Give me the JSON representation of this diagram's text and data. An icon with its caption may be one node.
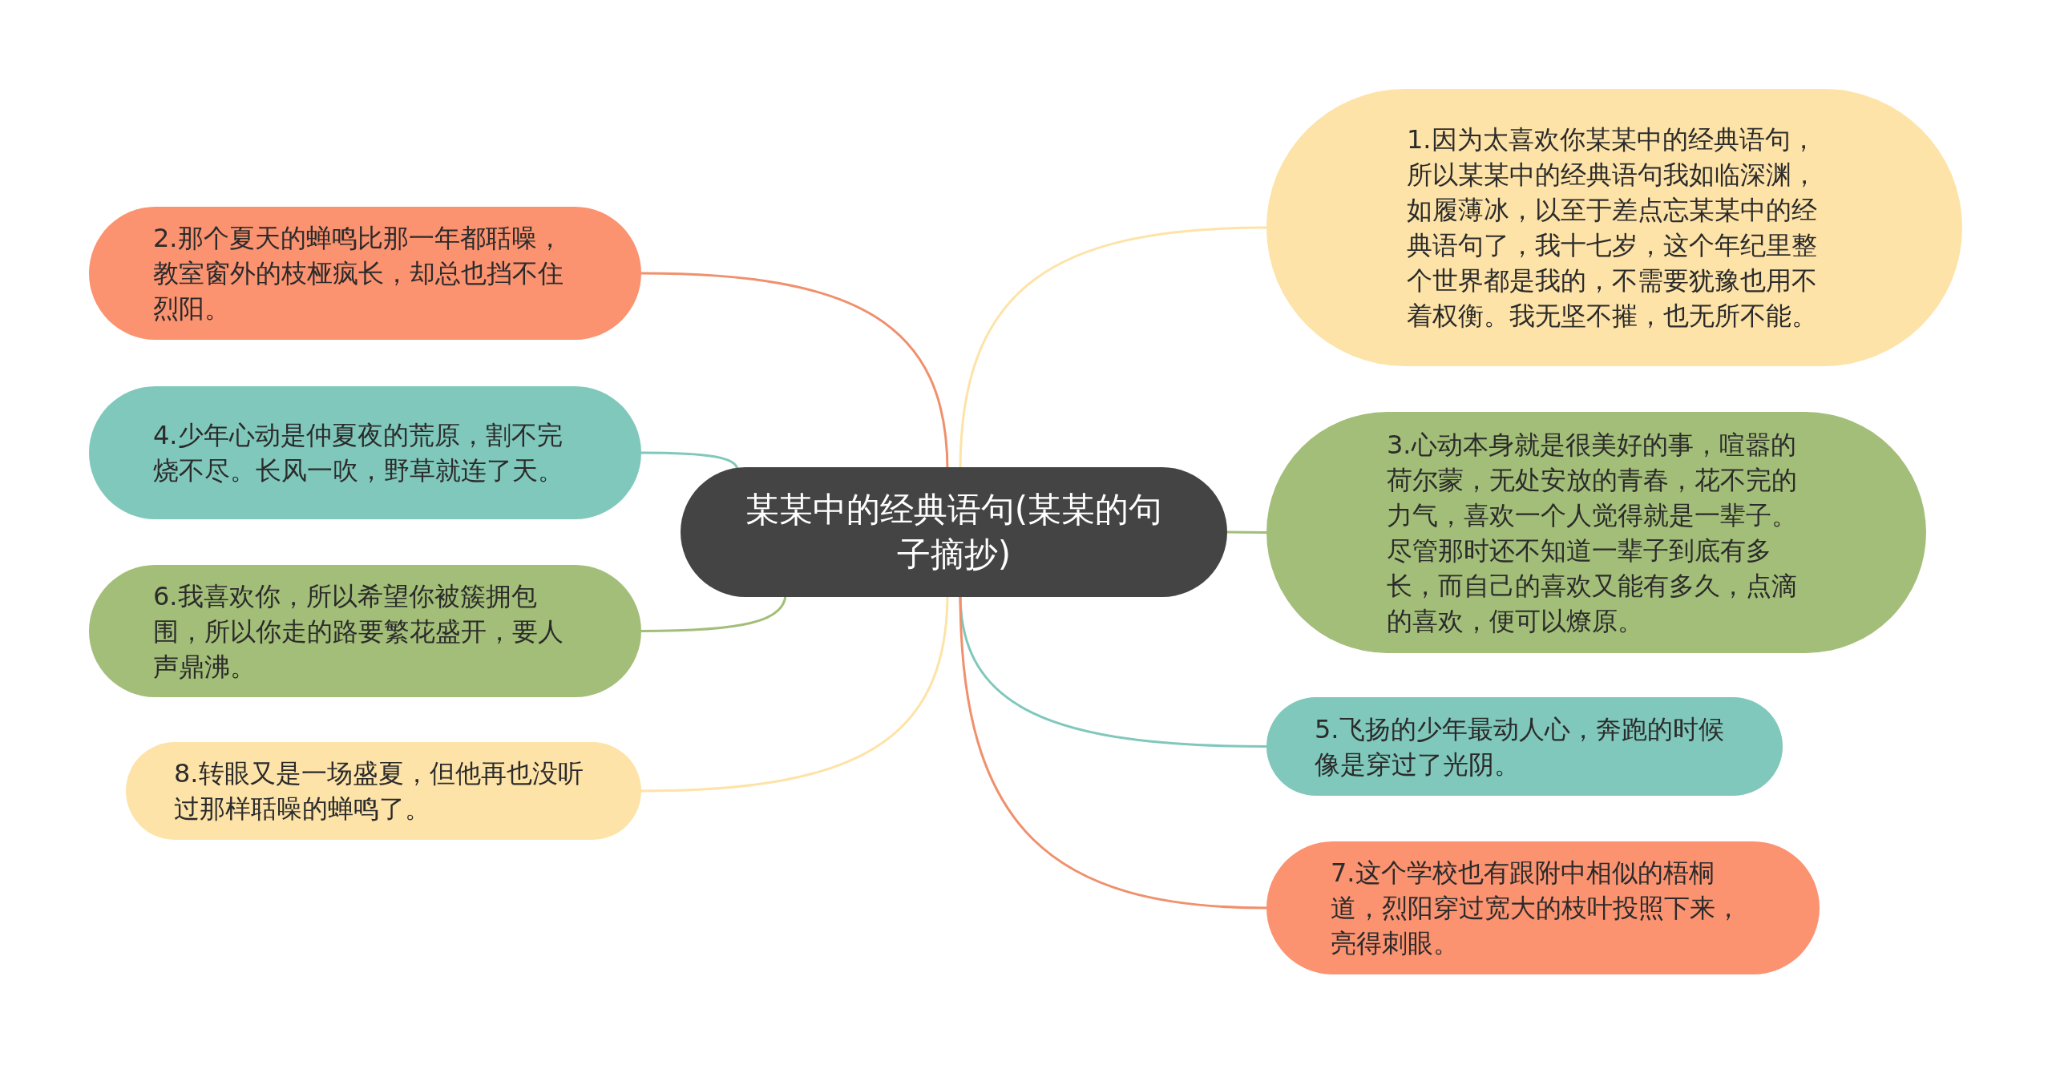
{
  "diagram": {
    "nodes": [
      {
        "text": [
          "某某中的经典语句(某某的句子摘抄)"
        ]
      },
      {
        "text": [
          "1.因为太喜欢你某某中的经典语句，所以某某中的经典语句我如临深渊，如履薄冰，以至于差点忘某某中的经典语句了，我十七岁，这个年纪里整个世界都是我的，不需要犹豫也用不着权衡。我无坚不摧，也无所不能。"
        ]
      },
      {
        "text": [
          "2.那个夏天的蝉鸣比那一年都聒噪，教室窗外的枝桠疯长，却总也挡不住烈阳。"
        ]
      },
      {
        "text": [
          "3.心动本身就是很美好的事，喧嚣的荷尔蒙，无处安放的青春，花不完的力气，喜欢一个人觉得就是一辈子。尽管那时还不知道一辈子到底有多长，而自己的喜欢又能有多久，点滴的喜欢，便可以燎原。"
        ]
      },
      {
        "text": [
          "4.少年心动是仲夏夜的荒原，割不完烧不尽。长风一吹，野草就连了天。"
        ]
      },
      {
        "text": [
          "5.飞扬的少年最动人心，奔跑的时候像是穿过了光阴。"
        ]
      },
      {
        "text": [
          "6.我喜欢你，所以希望你被簇拥包围，所以你走的路要繁花盛开，要人声鼎沸。"
        ]
      },
      {
        "text": [
          "7.这个学校也有跟附中相似的梧桐道，烈阳穿过宽大的枝叶投照下来，亮得刺眼。"
        ]
      },
      {
        "text": [
          "8.转眼又是一场盛夏，但他再也没听过那样聒噪的蝉鸣了。"
        ]
      }
    ],
    "edges": [
      {
        "from": 0,
        "to": 1,
        "arrow": "none",
        "color": "#fde3a7"
      },
      {
        "from": 0,
        "to": 2,
        "arrow": "none",
        "color": "#f0906c"
      },
      {
        "from": 0,
        "to": 3,
        "arrow": "none",
        "color": "#a3be78"
      },
      {
        "from": 0,
        "to": 4,
        "arrow": "none",
        "color": "#80c8bb"
      },
      {
        "from": 0,
        "to": 5,
        "arrow": "none",
        "color": "#80c8bb"
      },
      {
        "from": 0,
        "to": 6,
        "arrow": "none",
        "color": "#a3be78"
      },
      {
        "from": 0,
        "to": 7,
        "arrow": "none",
        "color": "#f0906c"
      },
      {
        "from": 0,
        "to": 8,
        "arrow": "none",
        "color": "#fde3a7"
      }
    ]
  }
}
